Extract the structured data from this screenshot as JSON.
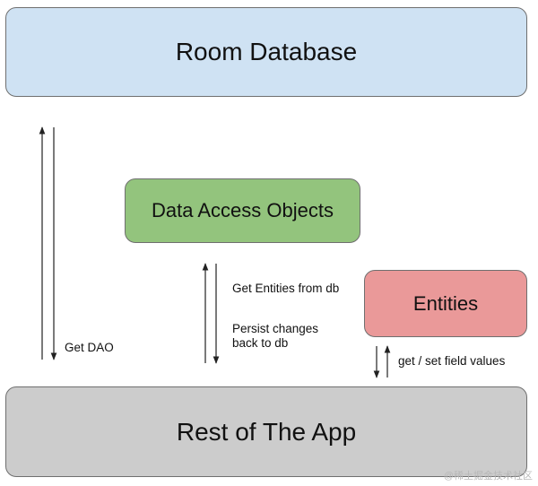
{
  "diagram": {
    "boxes": {
      "room_database": "Room Database",
      "data_access_objects": "Data Access Objects",
      "entities": "Entities",
      "rest_of_app": "Rest of The App"
    },
    "edge_labels": {
      "get_dao": "Get DAO",
      "get_entities": "Get Entities from db",
      "persist_changes_line1": "Persist changes",
      "persist_changes_line2": "back to db",
      "field_values": "get / set field values"
    },
    "watermark": "@稀土掘金技术社区",
    "colors": {
      "room_database": "#cfe2f3",
      "data_access_objects": "#93c47d",
      "entities": "#ea9999",
      "rest_of_app": "#cccccc",
      "border": "#6f6f6f",
      "arrow": "#222222"
    },
    "edges": [
      {
        "from": "Rest of The App",
        "to": "Room Database",
        "label": ""
      },
      {
        "from": "Room Database",
        "to": "Rest of The App",
        "label": "Get DAO"
      },
      {
        "from": "Data Access Objects",
        "to": "Rest of The App",
        "label": "Get Entities from db"
      },
      {
        "from": "Rest of The App",
        "to": "Data Access Objects",
        "label": "Persist changes back to db"
      },
      {
        "from": "Entities",
        "to": "Rest of The App",
        "label": "get / set field values"
      },
      {
        "from": "Rest of The App",
        "to": "Entities",
        "label": ""
      }
    ]
  }
}
